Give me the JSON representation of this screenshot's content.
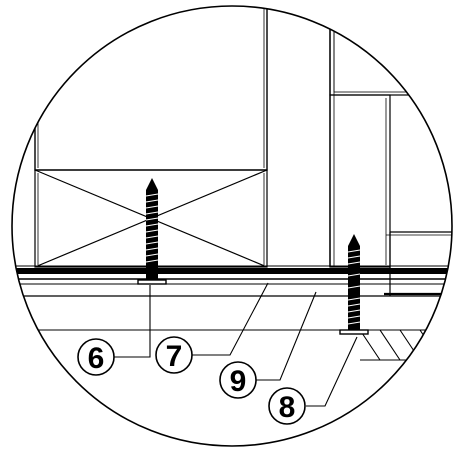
{
  "diagram": {
    "callouts": [
      {
        "id": "callout-6",
        "label": "6"
      },
      {
        "id": "callout-7",
        "label": "7"
      },
      {
        "id": "callout-9",
        "label": "9"
      },
      {
        "id": "callout-8",
        "label": "8"
      }
    ]
  }
}
